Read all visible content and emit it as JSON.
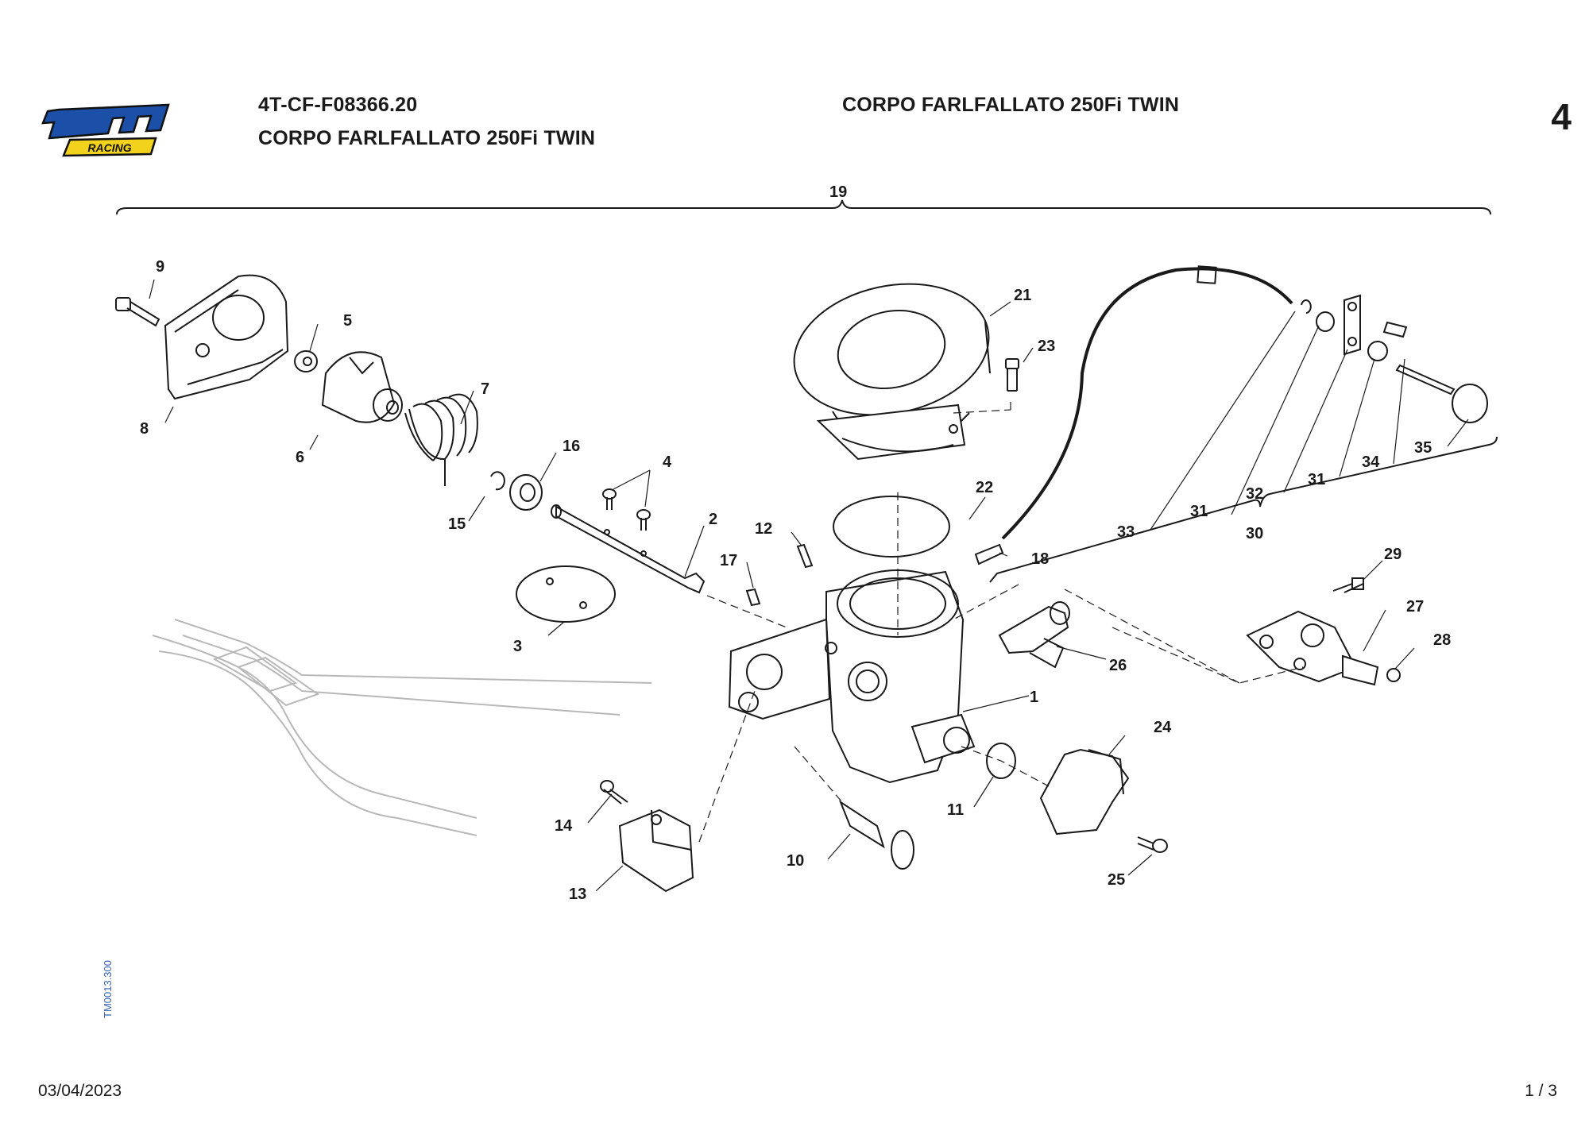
{
  "logo": {
    "text": "tm",
    "subtext": "RACING",
    "colors": {
      "blue": "#1b4fa8",
      "yellow": "#f2d21c",
      "outline": "#111111"
    }
  },
  "header": {
    "code": "4T-CF-F08366.20",
    "title_left": "CORPO FARLFALLATO 250Fi TWIN",
    "title_center": "CORPO FARLFALLATO 250Fi TWIN",
    "sheet": "4"
  },
  "callouts": {
    "c1": "1",
    "c2": "2",
    "c3": "3",
    "c4": "4",
    "c5": "5",
    "c6": "6",
    "c7": "7",
    "c8": "8",
    "c9": "9",
    "c10": "10",
    "c11": "11",
    "c12": "12",
    "c13": "13",
    "c14": "14",
    "c15": "15",
    "c16": "16",
    "c17": "17",
    "c18": "18",
    "c19": "19",
    "c21": "21",
    "c22": "22",
    "c23": "23",
    "c24": "24",
    "c25": "25",
    "c26": "26",
    "c27": "27",
    "c28": "28",
    "c29": "29",
    "c30": "30",
    "c31a": "31",
    "c31b": "31",
    "c32": "32",
    "c33": "33",
    "c34": "34",
    "c35": "35"
  },
  "footer": {
    "drawing_code": "TM0013.300",
    "date": "03/04/2023",
    "page": "1 / 3"
  },
  "colors": {
    "ink": "#1a1a1a",
    "light_ink": "#b8b8b8",
    "code_blue": "#3b63b0"
  }
}
